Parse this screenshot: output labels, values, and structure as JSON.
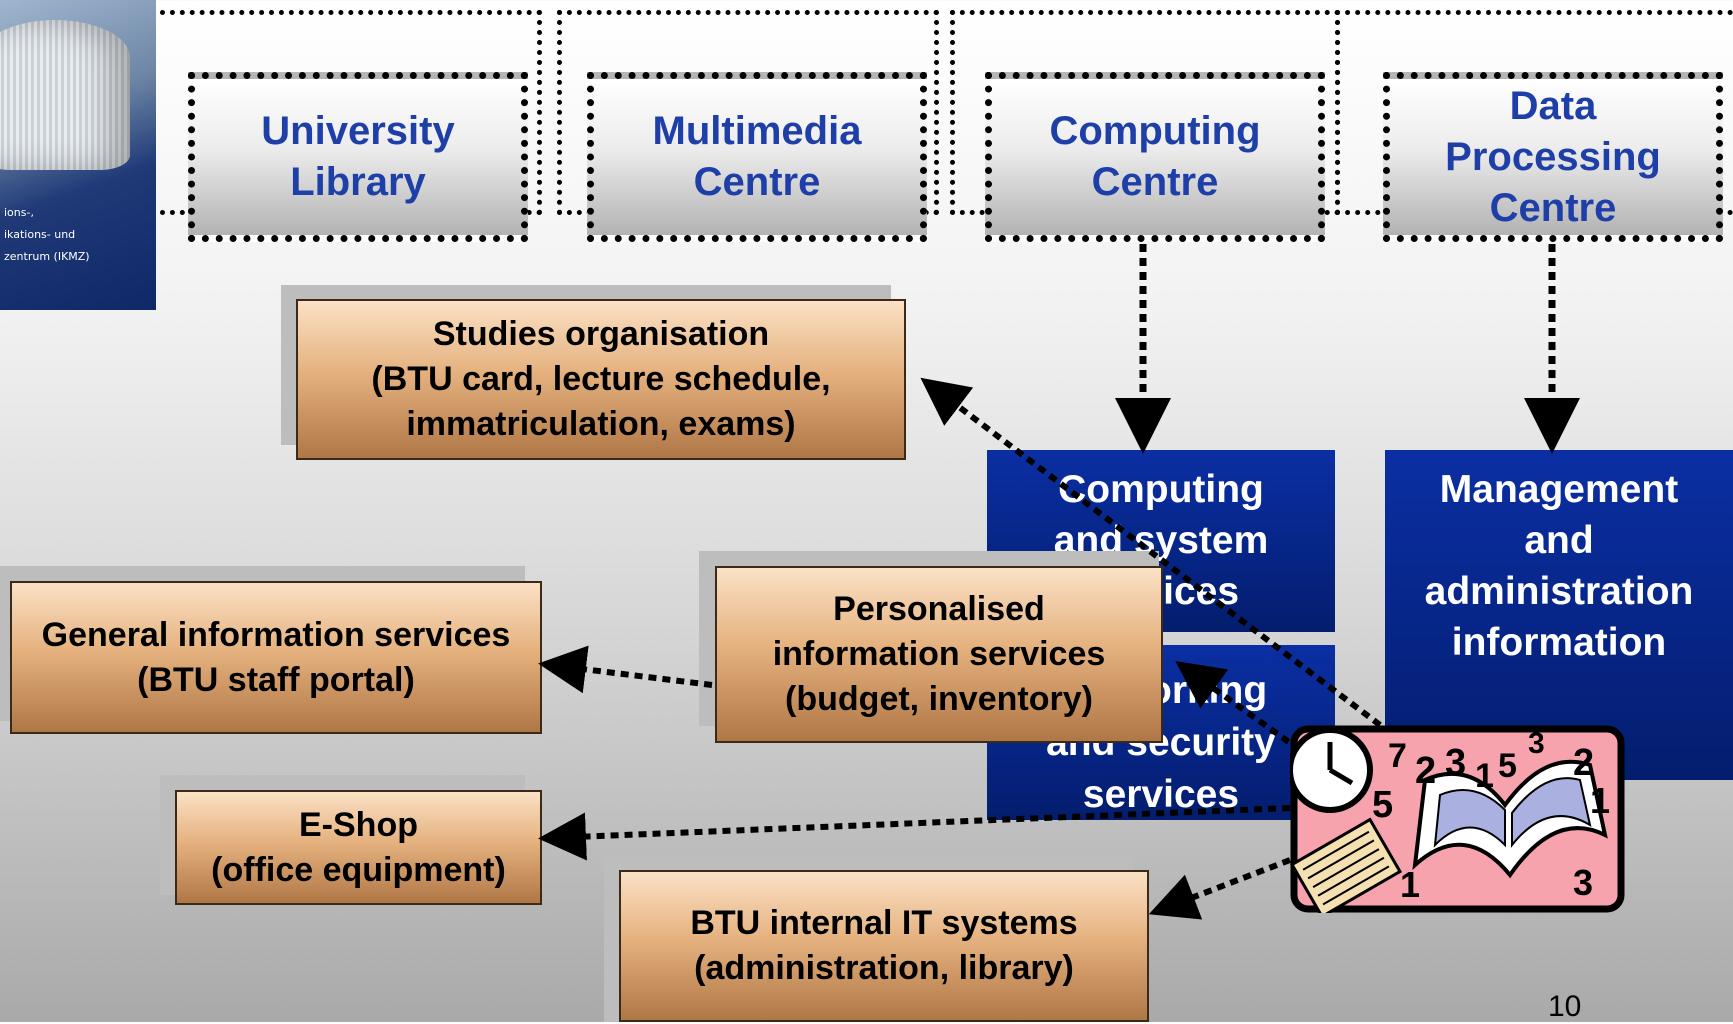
{
  "logo": {
    "caption_lines": [
      "ions-,",
      "ikations- und",
      "zentrum (IKMZ)"
    ]
  },
  "units": [
    {
      "id": "university-library",
      "label": "University\nLibrary"
    },
    {
      "id": "multimedia-centre",
      "label": "Multimedia\nCentre"
    },
    {
      "id": "computing-centre",
      "label": "Computing\nCentre"
    },
    {
      "id": "data-processing-centre",
      "label": "Data\nProcessing\nCentre"
    }
  ],
  "blue_boxes": {
    "computing_services": "Computing\nand system\nservices",
    "networking": "Networking\nand security\nservices",
    "management": "Management\nand\nadministration\ninformation"
  },
  "services": {
    "studies": "Studies organisation\n(BTU card, lecture schedule,\nimmatriculation, exams)",
    "general": "General information services\n(BTU staff portal)",
    "personalised": "Personalised\ninformation services\n(budget, inventory)",
    "eshop": "E-Shop\n(office equipment)",
    "internal": "BTU internal IT systems\n(administration, library)"
  },
  "clipart": {
    "icon": "clock-book-numbers-icon",
    "digits": [
      "7",
      "2",
      "3",
      "1",
      "5",
      "3",
      "2",
      "5",
      "1",
      "1",
      "3"
    ]
  },
  "page_number": "10",
  "colors": {
    "unit_text": "#1e3fa8",
    "blue_box": "#062484",
    "tan_box": "#e5b27f"
  }
}
